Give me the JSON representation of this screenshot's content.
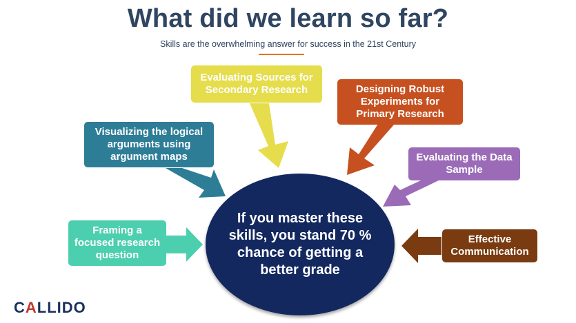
{
  "slide": {
    "title": "What did we learn so far?",
    "subtitle": "Skills are the overwhelming answer for success in the 21st Century"
  },
  "center": {
    "text": "If you master these skills, you stand 70 % chance of getting a better grade",
    "color": "#13285f"
  },
  "skills": [
    {
      "label": "Evaluating Sources for Secondary Research",
      "color": "#e6dd4d"
    },
    {
      "label": "Designing Robust Experiments for Primary Research",
      "color": "#c6501f"
    },
    {
      "label": "Visualizing the logical arguments using argument maps",
      "color": "#2e7d97"
    },
    {
      "label": "Evaluating the Data Sample",
      "color": "#9b6bb8"
    },
    {
      "label": "Framing a focused research question",
      "color": "#4ccfae"
    },
    {
      "label": "Effective Communication",
      "color": "#7a3b10"
    }
  ],
  "logo": {
    "text_first": "C",
    "text_accent": "A",
    "text_rest": "LLIDO"
  }
}
